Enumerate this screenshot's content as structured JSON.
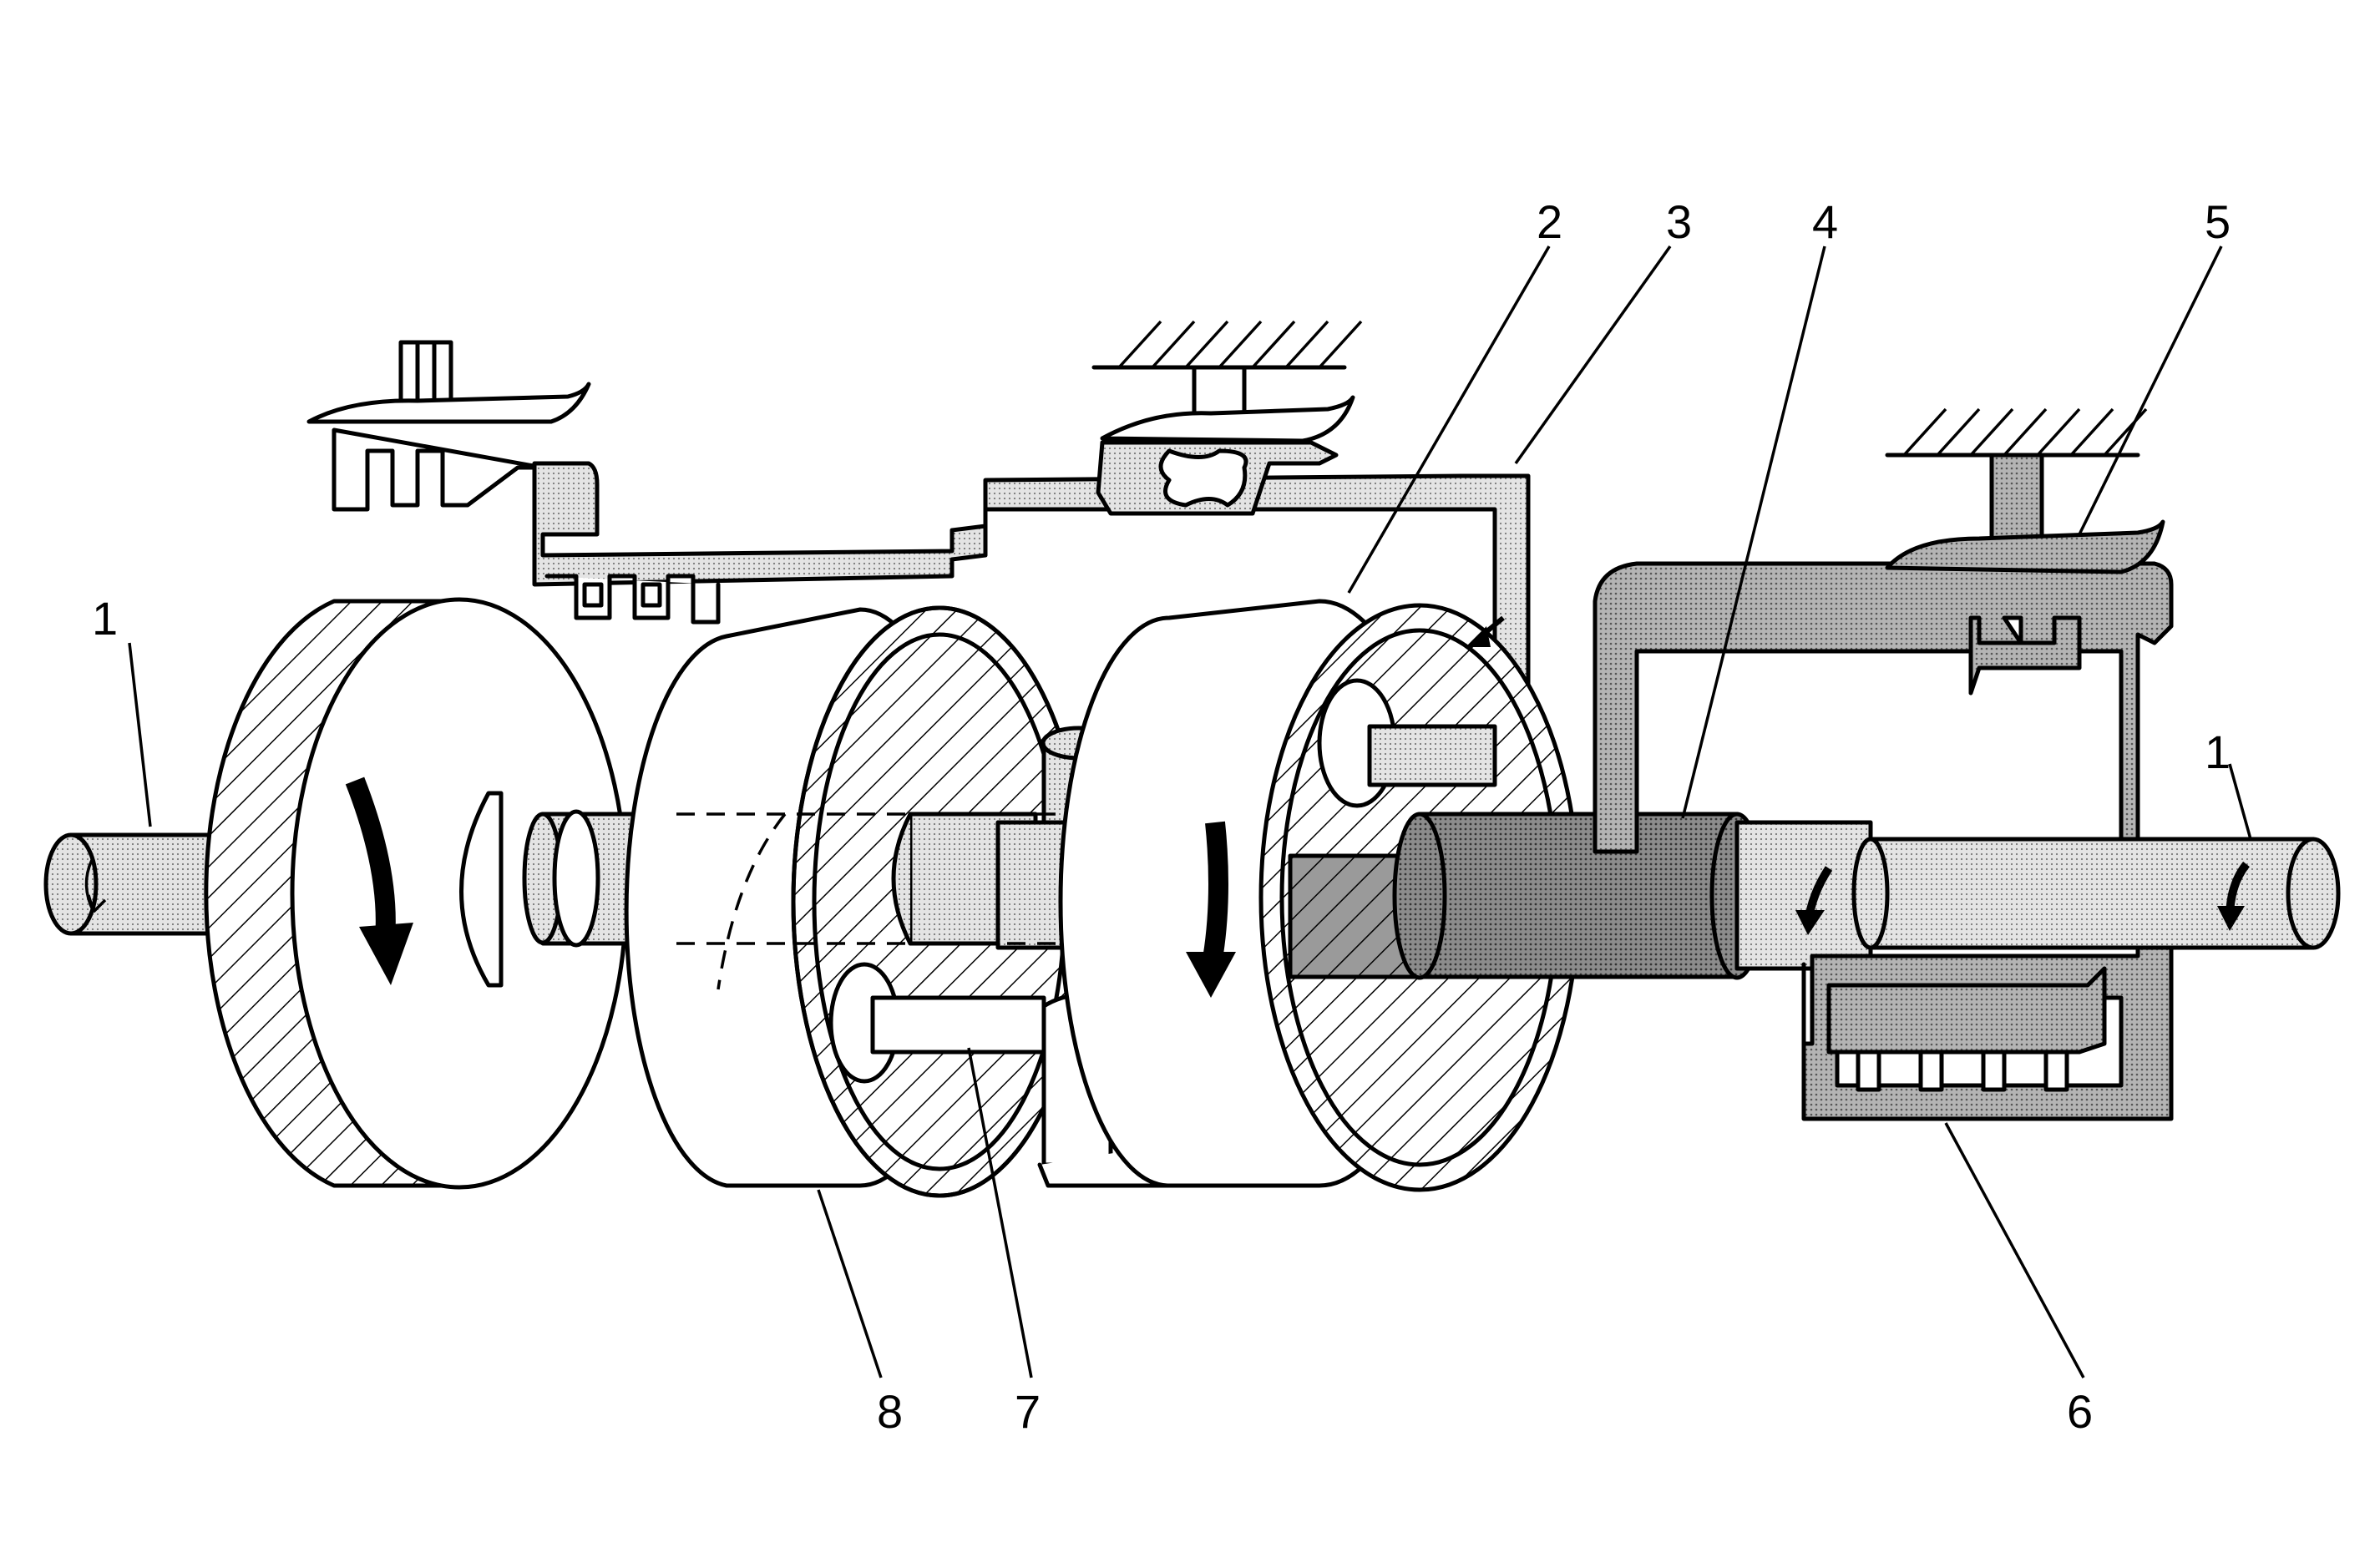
{
  "diagram": {
    "callouts": [
      {
        "id": "c1l",
        "label": "1"
      },
      {
        "id": "c1r",
        "label": "1"
      },
      {
        "id": "c2",
        "label": "2"
      },
      {
        "id": "c3",
        "label": "3"
      },
      {
        "id": "c4",
        "label": "4"
      },
      {
        "id": "c5",
        "label": "5"
      },
      {
        "id": "c6",
        "label": "6"
      },
      {
        "id": "c7",
        "label": "7"
      },
      {
        "id": "c8",
        "label": "8"
      }
    ]
  },
  "colors": {
    "outline": "#000000",
    "light_fill": "#d6d6d6",
    "mid_fill": "#a8a8a8",
    "dark_fill": "#7d7d7d",
    "background": "#ffffff"
  }
}
